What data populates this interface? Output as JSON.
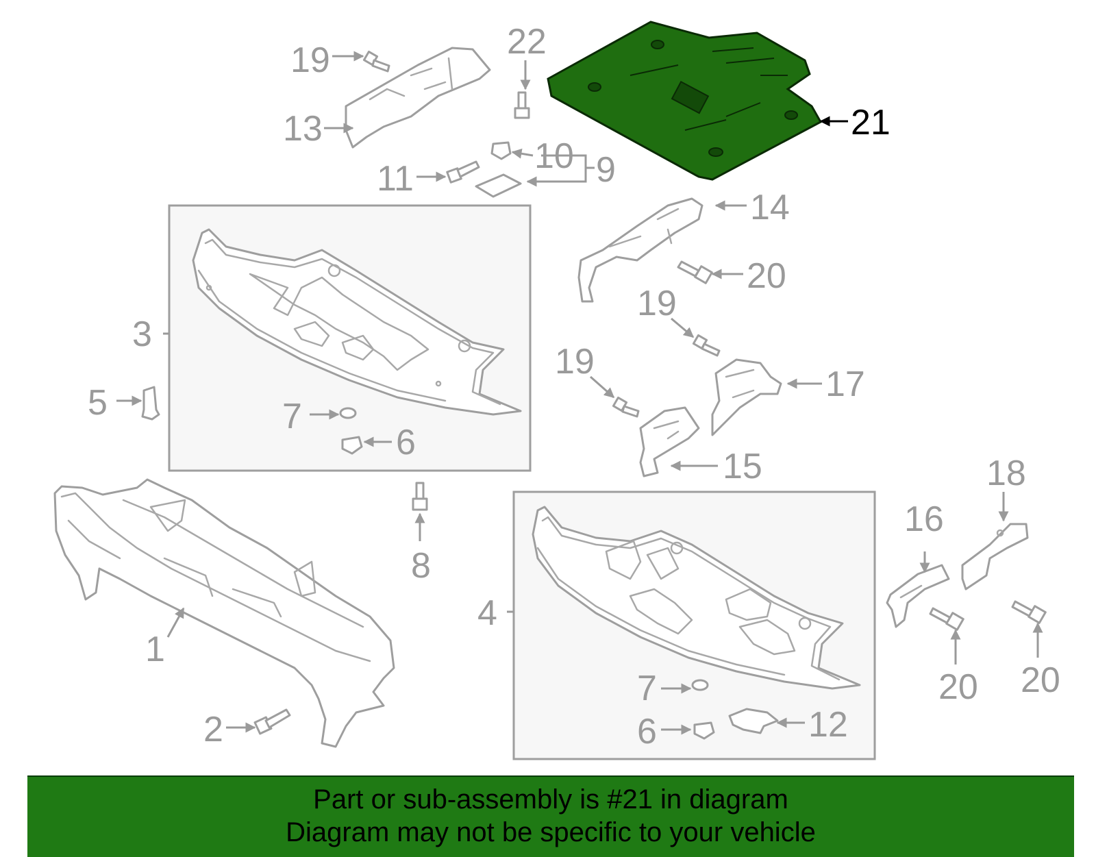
{
  "callouts": {
    "p1": "1",
    "p2": "2",
    "p3": "3",
    "p4": "4",
    "p5": "5",
    "p6a": "6",
    "p6b": "6",
    "p7a": "7",
    "p7b": "7",
    "p8": "8",
    "p9": "9",
    "p10": "10",
    "p11": "11",
    "p12": "12",
    "p13": "13",
    "p14": "14",
    "p15": "15",
    "p16": "16",
    "p17": "17",
    "p18": "18",
    "p19a": "19",
    "p19b": "19",
    "p19c": "19",
    "p20a": "20",
    "p20b": "20",
    "p20c": "20",
    "p21": "21",
    "p22": "22"
  },
  "highlight": {
    "part_number": "21",
    "color": "#1f6e10",
    "footer_color": "#1f7a14"
  },
  "footer": {
    "line1": "Part or sub-assembly is #21 in diagram",
    "line2": "Diagram may not be specific to your vehicle"
  }
}
